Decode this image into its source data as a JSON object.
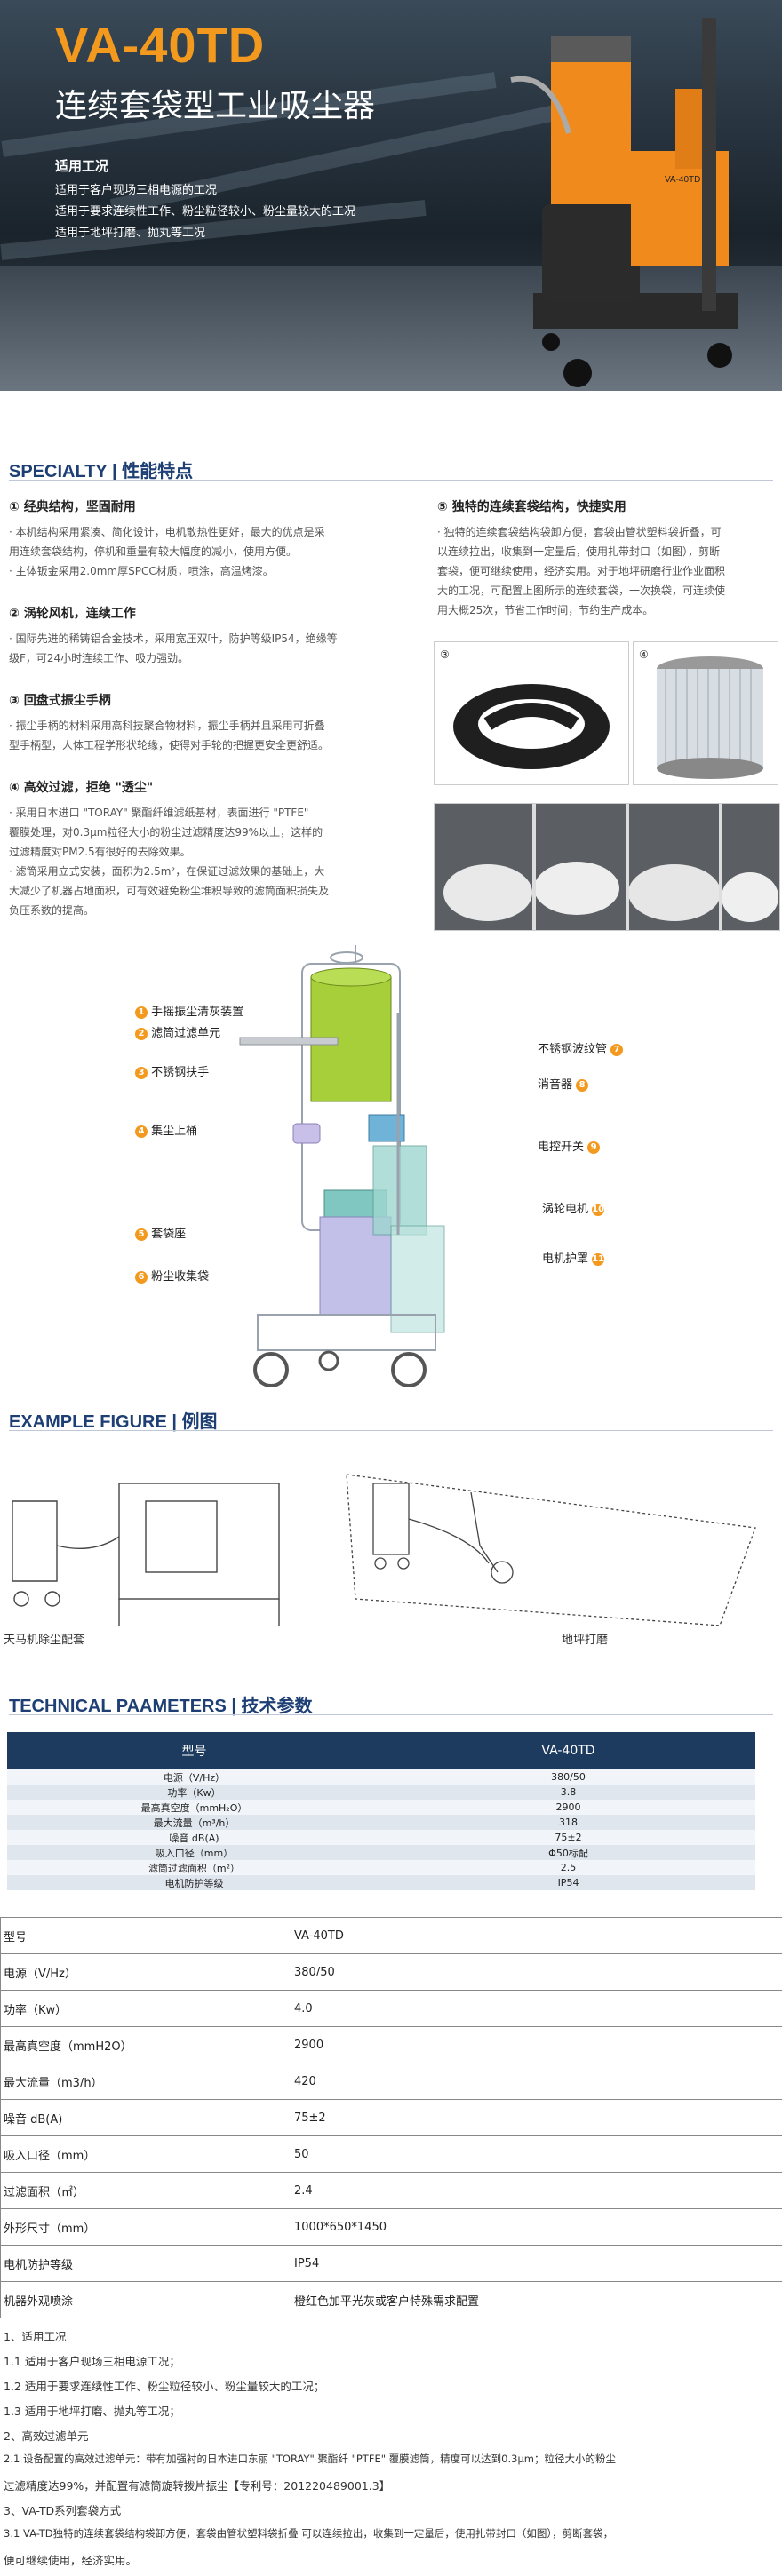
{
  "hero": {
    "title": "VA-40TD",
    "subtitle": "连续套袋型工业吸尘器",
    "usage_title": "适用工况",
    "usage_items": [
      "适用于客户现场三相电源的工况",
      "适用于要求连续性工作、粉尘粒径较小、粉尘量较大的工况",
      "适用于地坪打磨、抛丸等工况"
    ],
    "machine_label": "VA-40TD"
  },
  "specialty": {
    "heading": "SPECIALTY | 性能特点",
    "features": [
      {
        "title": "① 经典结构，坚固耐用",
        "lines": [
          "· 本机结构采用紧凑、简化设计，电机散热性更好，最大的优点是采",
          "用连续套袋结构，停机和重量有较大幅度的减小，使用方便。",
          "· 主体钣金采用2.0mm厚SPCC材质，喷涂，高温烤漆。"
        ]
      },
      {
        "title": "② 涡轮风机，连续工作",
        "lines": [
          "· 国际先进的稀铸铝合金技术，采用宽压双叶，防护等级IP54，绝缘等",
          "级F，可24小时连续工作、吸力强劲。"
        ]
      },
      {
        "title": "③ 回盘式振尘手柄",
        "lines": [
          "· 振尘手柄的材料采用高科技聚合物材料，振尘手柄并且采用可折叠",
          "型手柄型，人体工程学形状轮缘，使得对手轮的把握更安全更舒适。"
        ]
      },
      {
        "title": "④ 高效过滤，拒绝 \"透尘\"",
        "lines": [
          "· 采用日本进口 \"TORAY\" 聚酯纤维滤纸基材，表面进行 \"PTFE\"",
          "覆膜处理，对0.3μm粒径大小的粉尘过滤精度达99%以上，这样的",
          "过滤精度对PM2.5有很好的去除效果。",
          "· 滤筒采用立式安装，面积为2.5m²，在保证过滤效果的基础上，大",
          "大减少了机器占地面积，可有效避免粉尘堆积导致的滤筒面积损失及",
          "负压系数的提高。"
        ]
      },
      {
        "title": "⑤ 独特的连续套袋结构，快捷实用",
        "lines": [
          "· 独特的连续套袋结构袋卸方便，套袋由管状塑料袋折叠，可",
          "以连续拉出，收集到一定量后，使用扎带封口（如图），剪断",
          "套袋，便可继续使用，经济实用。对于地坪研磨行业作业面积",
          "大的工况，可配置上图所示的连续套袋，一次换袋，可连续使",
          "用大概25次，节省工作时间，节约生产成本。"
        ]
      }
    ],
    "photo_marks": [
      "③",
      "④"
    ]
  },
  "diagram": {
    "callouts": [
      {
        "num": "1",
        "label": "手摇振尘清灰装置"
      },
      {
        "num": "2",
        "label": "滤筒过滤单元"
      },
      {
        "num": "3",
        "label": "不锈钢扶手"
      },
      {
        "num": "4",
        "label": "集尘上桶"
      },
      {
        "num": "5",
        "label": "套袋座"
      },
      {
        "num": "6",
        "label": "粉尘收集袋"
      },
      {
        "num": "7",
        "label": "不锈钢波纹管"
      },
      {
        "num": "8",
        "label": "消音器"
      },
      {
        "num": "9",
        "label": "电控开关"
      },
      {
        "num": "10",
        "label": "涡轮电机"
      },
      {
        "num": "11",
        "label": "电机护罩"
      }
    ]
  },
  "example": {
    "heading": "EXAMPLE FIGURE | 例图",
    "captions": [
      "天马机除尘配套",
      "地坪打磨"
    ]
  },
  "technical": {
    "heading": "TECHNICAL PAAMETERS | 技术参数",
    "table_header": [
      "型号",
      "VA-40TD"
    ],
    "rows": [
      [
        "电源（V/Hz）",
        "380/50"
      ],
      [
        "功率（Kw）",
        "3.8"
      ],
      [
        "最高真空度（mmH₂O）",
        "2900"
      ],
      [
        "最大流量（m³/h）",
        "318"
      ],
      [
        "噪音 dB(A)",
        "75±2"
      ],
      [
        "吸入口径（mm）",
        "Φ50标配"
      ],
      [
        "滤筒过滤面积（m²）",
        "2.5"
      ],
      [
        "电机防护等级",
        "IP54"
      ]
    ]
  },
  "spec_table": {
    "rows": [
      [
        "型号",
        "VA-40TD"
      ],
      [
        "电源（V/Hz）",
        "380/50"
      ],
      [
        "功率（Kw）",
        "4.0"
      ],
      [
        "最高真空度（mmH2O）",
        "2900"
      ],
      [
        "最大流量（m3/h）",
        "420"
      ],
      [
        "噪音 dB(A)",
        "75±2"
      ],
      [
        "吸入口径（mm）",
        "50"
      ],
      [
        "过滤面积（㎡）",
        "2.4"
      ],
      [
        "外形尺寸（mm）",
        "1000*650*1450"
      ],
      [
        "电机防护等级",
        "IP54"
      ],
      [
        "机器外观喷涂",
        "橙红色加平光灰或客户特殊需求配置"
      ]
    ]
  },
  "notes": [
    "1、适用工况",
    "1.1 适用于客户现场三相电源工况；",
    "1.2 适用于要求连续性工作、粉尘粒径较小、粉尘量较大的工况；",
    "1.3 适用于地坪打磨、抛丸等工况；",
    "2、高效过滤单元",
    "2.1 设备配置的高效过滤单元：带有加强衬的日本进口东丽 \"TORAY\" 聚酯纤 \"PTFE\" 覆膜滤筒，精度可以达到0.3μm；粒径大小的粉尘",
    "过滤精度达99%，并配置有滤筒旋转拨片振尘【专利号：201220489001.3】",
    "3、VA-TD系列套袋方式",
    "3.1 VA-TD独特的连续套袋结构袋卸方便，套袋由管状塑料袋折叠 可以连续拉出，收集到一定量后，使用扎带封口（如图），剪断套袋，",
    "便可继续使用，经济实用。"
  ],
  "colors": {
    "accent": "#f39a1e",
    "navy": "#1d3f74",
    "table_header": "#1d3a5f"
  }
}
